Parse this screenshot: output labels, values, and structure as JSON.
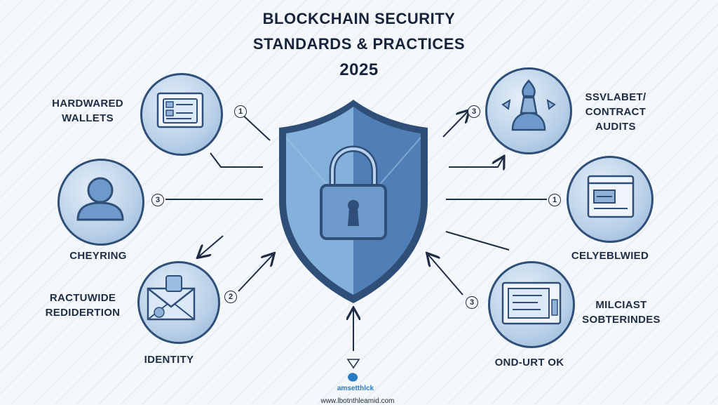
{
  "title": {
    "line1": "BLOCKCHAIN SECURITY",
    "line2": "STANDARDS & PRACTICES",
    "line3": "2025"
  },
  "nodes": [
    {
      "label_line1": "HARDWARED",
      "label_line2": "WALLETS",
      "number": "1",
      "icon": "id-card-icon"
    },
    {
      "label_line1": "CHEYRING",
      "number": "3",
      "icon": "user-icon"
    },
    {
      "label_line1": "RACTUWIDE",
      "label_line2": "REDIDERTION",
      "number": "2",
      "icon": "envelope-icon"
    },
    {
      "label_line1": "IDENTITY"
    },
    {
      "label_line1": "SSVLABET/",
      "label_line2": "CONTRACT",
      "label_line3": "AUDITS",
      "number": "3",
      "icon": "chess-piece-icon"
    },
    {
      "label_line1": "CELYEBLWIED",
      "number": "1",
      "icon": "browser-window-icon"
    },
    {
      "label_line1": "MILCIAST",
      "label_line2": "SOBTERINDES",
      "number": "3",
      "icon": "document-icon"
    },
    {
      "label_line1": "OND-URT OK"
    }
  ],
  "footer": {
    "brand": "amsetthlck",
    "url": "www.lbotnthleamid.com"
  },
  "colors": {
    "shield_light": "#7eaad6",
    "shield_dark": "#4d7cb3",
    "outline": "#2f4f79",
    "accent": "#2a7bc1"
  }
}
